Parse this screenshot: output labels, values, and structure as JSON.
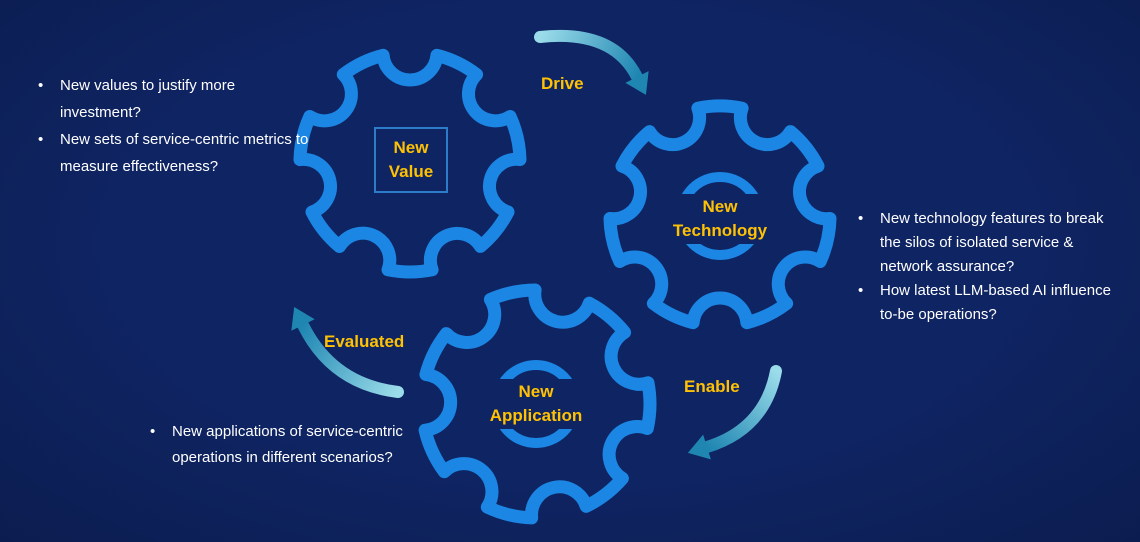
{
  "diagram": {
    "gears": [
      {
        "name": "new-value",
        "lines": [
          "New",
          "Value"
        ]
      },
      {
        "name": "new-technology",
        "lines": [
          "New",
          "Technology"
        ]
      },
      {
        "name": "new-application",
        "lines": [
          "New",
          "Application"
        ]
      }
    ],
    "arrows": [
      {
        "name": "drive",
        "label": "Drive"
      },
      {
        "name": "enable",
        "label": "Enable"
      },
      {
        "name": "evaluated",
        "label": "Evaluated"
      }
    ],
    "notes": {
      "value": [
        "New values to justify more investment?",
        "New sets of service-centric metrics to measure effectiveness?"
      ],
      "technology": [
        "New technology features to break the silos of isolated service & network assurance?",
        "How latest LLM-based AI influence to-be operations?"
      ],
      "application": [
        "New applications of service-centric operations in different scenarios?"
      ]
    },
    "colors": {
      "background": "#0f2463",
      "gear": "#1b86e3",
      "label": "#ffc103",
      "note": "#ffffff",
      "arrow_tail": "#9bdcea",
      "arrow_head": "#1f86b2"
    }
  }
}
